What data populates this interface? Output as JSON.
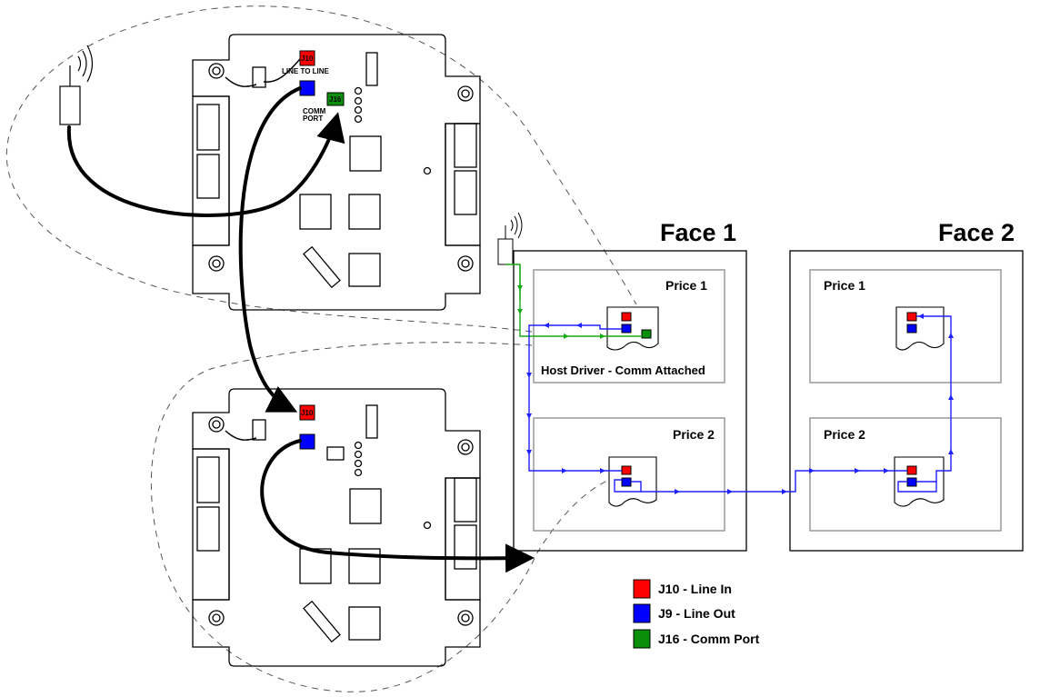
{
  "faces": [
    {
      "title": "Face 1",
      "panels": [
        {
          "label": "Price 1",
          "sublabel": "Host Driver - Comm Attached"
        },
        {
          "label": "Price 2"
        }
      ]
    },
    {
      "title": "Face 2",
      "panels": [
        {
          "label": "Price 1"
        },
        {
          "label": "Price 2"
        }
      ]
    }
  ],
  "board_labels": {
    "j10": "J10",
    "j16": "J16",
    "line_to_line": "LINE TO LINE",
    "comm": "COMM",
    "port": "PORT"
  },
  "legend": [
    {
      "label": "J10 - Line In",
      "color": "#ff0000"
    },
    {
      "label": "J9 - Line Out",
      "color": "#0000ff"
    },
    {
      "label": "J16 - Comm Port",
      "color": "#0a8f0a"
    }
  ],
  "colors": {
    "line_in": "#ff0000",
    "line_out": "#0000ff",
    "comm": "#0a8f0a",
    "data_wire": "#2020ff",
    "comm_wire": "#18a818"
  }
}
